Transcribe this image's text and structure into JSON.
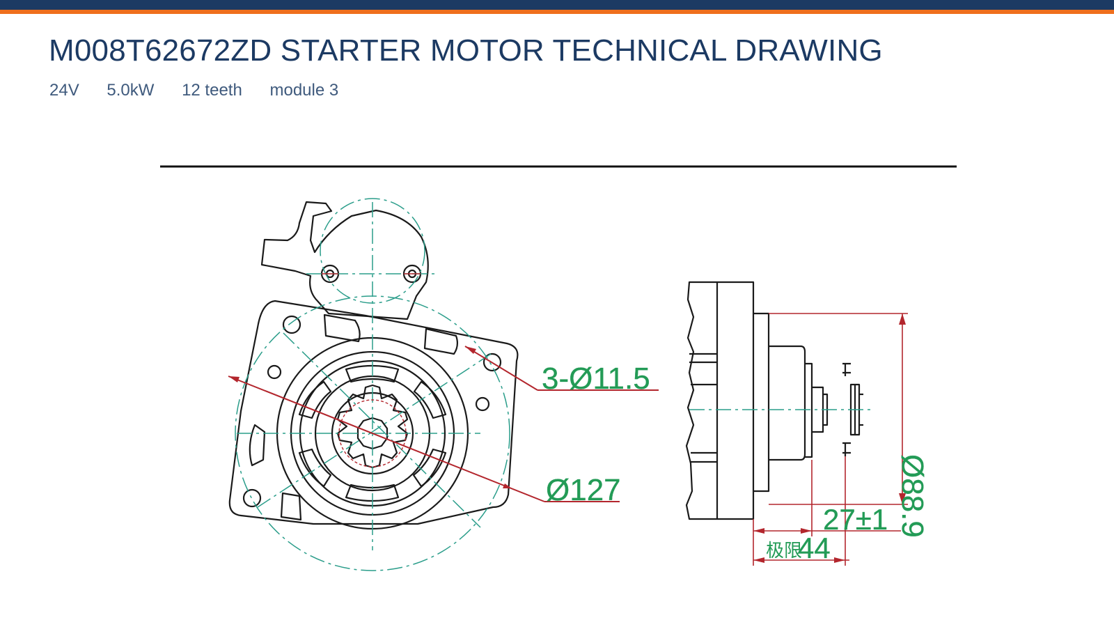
{
  "title": "M008T62672ZD STARTER MOTOR TECHNICAL DRAWING",
  "specs": [
    "24V",
    "5.0kW",
    "12 teeth",
    "module 3"
  ],
  "dimensions": {
    "holes": "3-Ø11.5",
    "flange_dia": "Ø127",
    "pinion_dia": "Ø88.9",
    "offset": "27±1",
    "limit_prefix": "极限",
    "limit_value": "44"
  },
  "colors": {
    "header_navy": "#1c3a63",
    "header_orange": "#ef6f1d",
    "outline": "#1a1a1a",
    "centerline": "#2a9d8a",
    "dimension_red": "#b3262d",
    "dimension_text": "#239b56"
  }
}
